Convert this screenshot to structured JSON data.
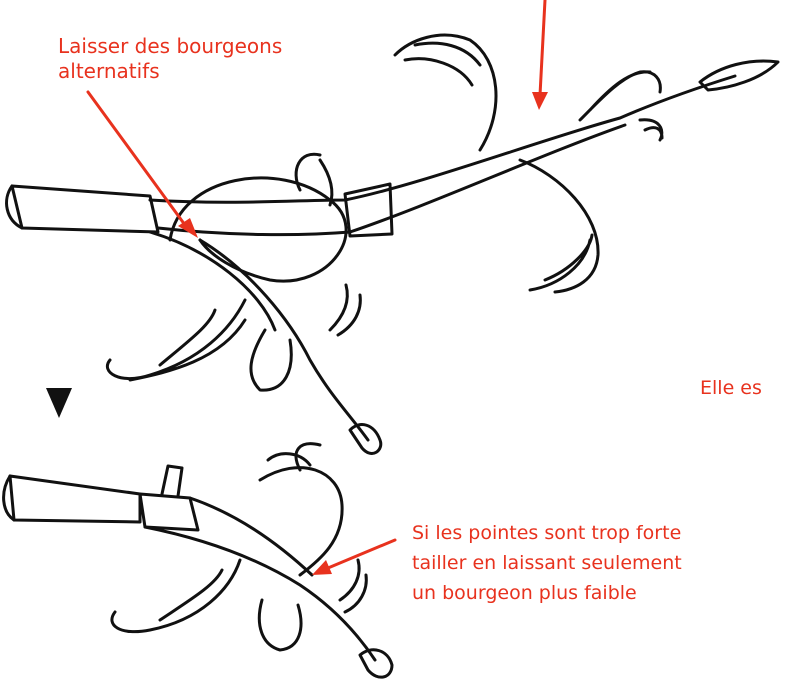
{
  "annotations": {
    "top_left": {
      "line1": "Laisser des bourgeons",
      "line2": "alternatifs"
    },
    "middle_right": {
      "text": "Elle es"
    },
    "bottom_right": {
      "line1": "Si les pointes sont trop forte",
      "line2": "tailler en laissant seulement",
      "line3": "un bourgeon plus faible"
    }
  },
  "colors": {
    "annotation": "#e8321e",
    "arrow": "#e8321e",
    "ink": "#111111",
    "paper": "#ffffff"
  },
  "icons": [
    "sequence-arrow-icon"
  ]
}
